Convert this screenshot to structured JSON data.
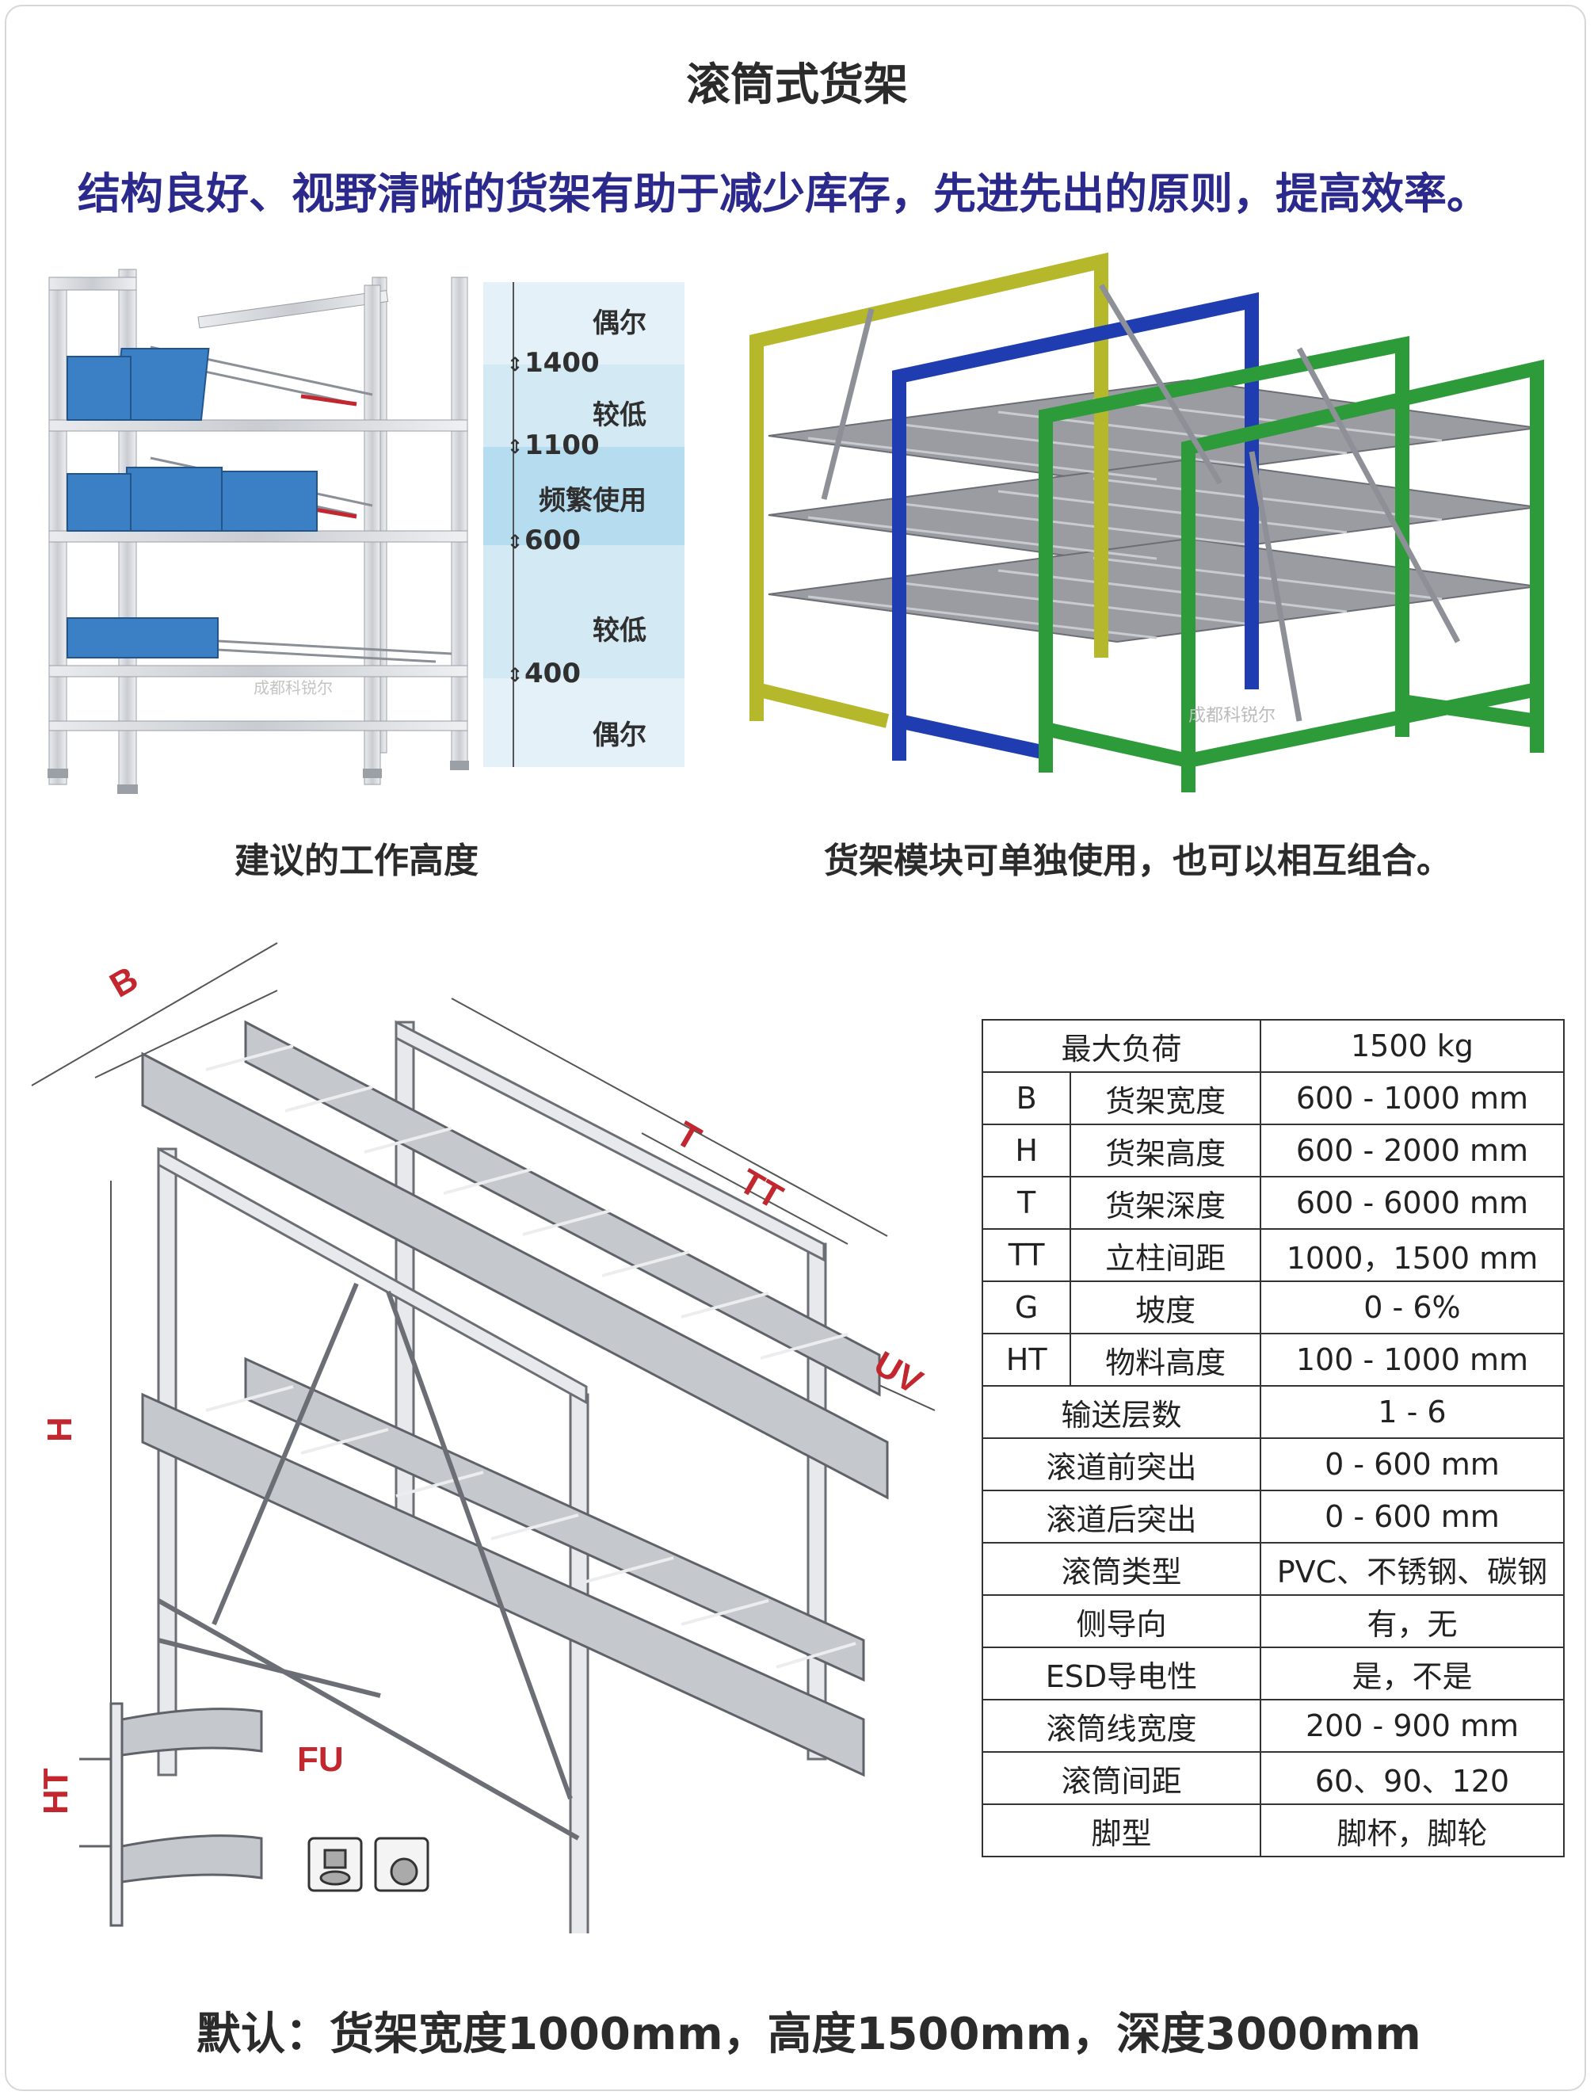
{
  "title": "滚筒式货架",
  "subtitle": "结构良好、视野清晰的货架有助于减少库存，先进先出的原则，提高效率。",
  "height_guide": {
    "bands": [
      {
        "label": "偶尔",
        "color": "#e4f1f8"
      },
      {
        "label": "较低",
        "color": "#d3e9f3"
      },
      {
        "label": "频繁使用",
        "color": "#b6dcef"
      },
      {
        "label": "较低",
        "color": "#d3e9f3"
      },
      {
        "label": "偶尔",
        "color": "#e4f1f8"
      }
    ],
    "marks": [
      "1400",
      "1100",
      "600",
      "400"
    ]
  },
  "watermark": "成都科锐尔",
  "captions": {
    "left": "建议的工作高度",
    "right": "货架模块可单独使用，也可以相互组合。"
  },
  "diagram_labels": {
    "B": "B",
    "T": "T",
    "TT": "TT",
    "UV": "UV",
    "H": "H",
    "HT": "HT",
    "FU": "FU"
  },
  "spec_table": {
    "rows": [
      {
        "name": "最大负荷",
        "value": "1500 kg"
      },
      {
        "code": "B",
        "name": "货架宽度",
        "value": "600 - 1000 mm"
      },
      {
        "code": "H",
        "name": "货架高度",
        "value": "600 - 2000 mm"
      },
      {
        "code": "T",
        "name": "货架深度",
        "value": "600 - 6000 mm"
      },
      {
        "code": "TT",
        "name": "立柱间距",
        "value": "1000，1500 mm"
      },
      {
        "code": "G",
        "name": "坡度",
        "value": "0 - 6%"
      },
      {
        "code": "HT",
        "name": "物料高度",
        "value": "100 - 1000 mm"
      },
      {
        "name": "输送层数",
        "value": "1 - 6"
      },
      {
        "name": "滚道前突出",
        "value": "0 - 600 mm"
      },
      {
        "name": "滚道后突出",
        "value": "0 - 600 mm"
      },
      {
        "name": "滚筒类型",
        "value": "PVC、不锈钢、碳钢"
      },
      {
        "name": "侧导向",
        "value": "有，无"
      },
      {
        "name": "ESD导电性",
        "value": "是，不是"
      },
      {
        "name": "滚筒线宽度",
        "value": "200 - 900 mm"
      },
      {
        "name": "滚筒间距",
        "value": "60、90、120"
      },
      {
        "name": "脚型",
        "value": "脚杯，脚轮"
      }
    ]
  },
  "bottom_note": "默认：货架宽度1000mm，高度1500mm，深度3000mm",
  "colors": {
    "title_blue": "#2b2a8c",
    "frame_yellow": "#b5b82a",
    "frame_blue": "#1f3db0",
    "frame_green": "#2e9b3a",
    "label_red": "#c2262e",
    "bin_blue": "#3b7fc4"
  }
}
